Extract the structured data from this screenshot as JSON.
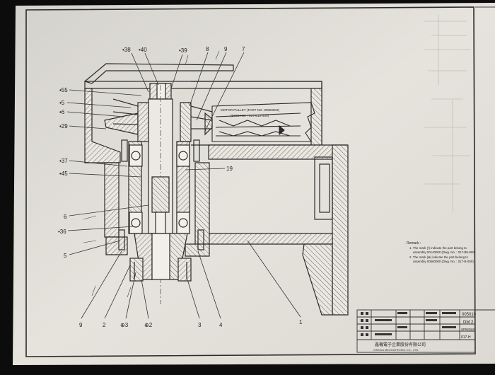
{
  "labels": {
    "p38": "•38",
    "p40": "•40",
    "p39": "•39",
    "p8": "8",
    "p9": "9",
    "p7": "7",
    "p55": "•55",
    "p5a": "•5",
    "p6a": "•6",
    "p29": "•29",
    "p37": "•37",
    "p45": "•45",
    "p19": "19",
    "p6b": "6",
    "p36": "•36",
    "p5b": "5",
    "p9b": "9",
    "p2": "2",
    "o3": "⊕3",
    "o2": "⊕2",
    "p3": "3",
    "p4": "4",
    "p1": "1"
  },
  "motor_pulley": {
    "line1": "MOTOR PULLEY (PART NO. 00500003)",
    "line2": "(DWG NO. : 017-B19-400)"
  },
  "remark": {
    "title": "Remark :",
    "line1": "1. The mark (•) indicate the part belong to",
    "line2": "assembly 00140000 (Dwg. No. : 017-B5-000)",
    "line3": "2. The mark (⊕) indicate the part belong to",
    "line4": "assembly 00560000 (Dwg. No. : 017-B-000)"
  },
  "title_block": {
    "code": "005010",
    "dm": "DM 2",
    "name": "SPINDLE",
    "dwg": "017-H",
    "company": "鑫機電子企業股份有限公司",
    "company_en": "XINHUA MECHATRONIC CO., LTD."
  }
}
